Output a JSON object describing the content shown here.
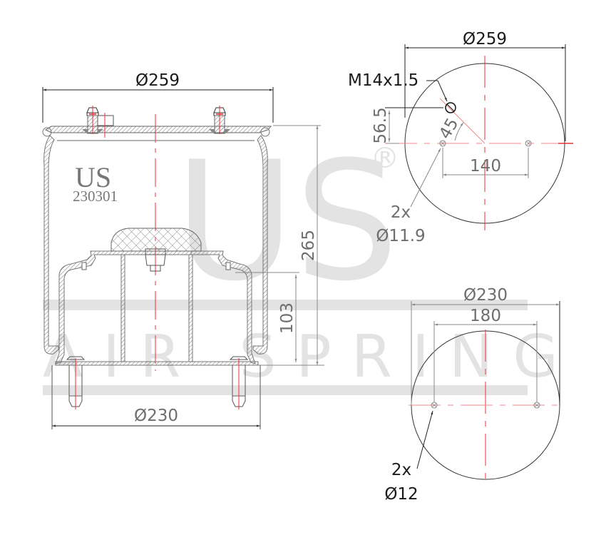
{
  "watermark": {
    "big_text": "US",
    "line_text": "AIR SPRING",
    "registered": "®",
    "color": "#e3e3e3"
  },
  "side_view": {
    "brand": "US",
    "part_number": "230301",
    "top_diameter": "Ø259",
    "height_total": "265",
    "piston_height": "103",
    "bottom_diameter": "Ø230"
  },
  "top_plate_view": {
    "diameter": "Ø259",
    "thread_label": "M14x1.5",
    "offset_label": "56.5",
    "angle_label": "45",
    "hole_spacing": "140",
    "hole_count": "2x",
    "hole_diameter": "Ø11.9"
  },
  "bottom_plate_view": {
    "diameter": "Ø230",
    "hole_spacing": "180",
    "hole_count": "2x",
    "hole_diameter": "Ø12"
  },
  "colors": {
    "centerline": "#e8303a",
    "outline": "#555555",
    "dimension_dark": "#1a1a1a",
    "dimension_grey": "#6e6e6e"
  }
}
